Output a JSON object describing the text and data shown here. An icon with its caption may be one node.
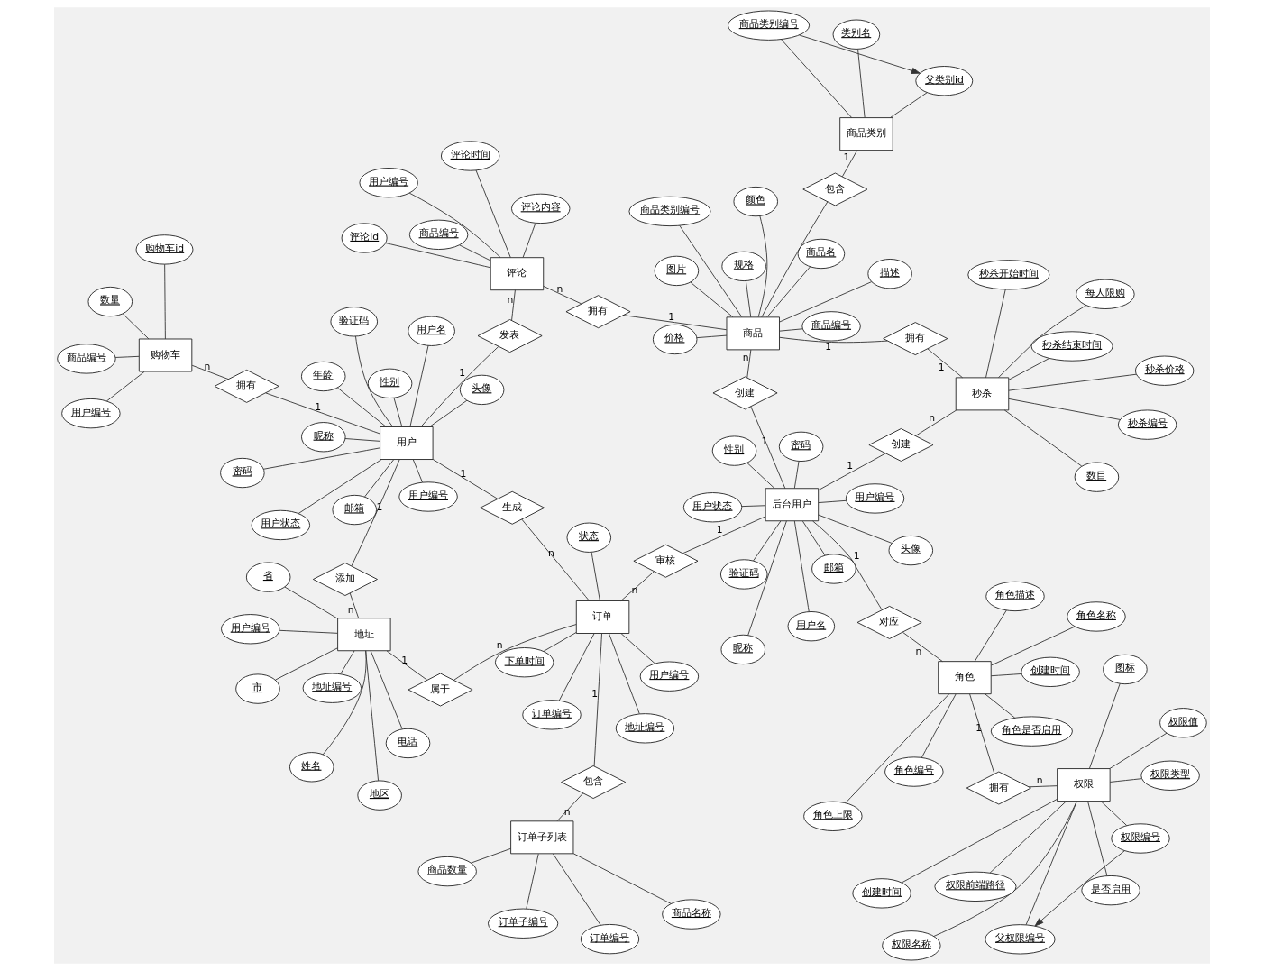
{
  "diagram": {
    "nodes": [
      {
        "text": [
          "权限"
        ]
      },
      {
        "text": [
          "图标"
        ]
      },
      {
        "text": [
          "是否启用"
        ]
      },
      {
        "text": [
          "创建时间"
        ]
      },
      {
        "text": [
          "权限编号"
        ]
      },
      {
        "text": [
          "权限名称"
        ]
      },
      {
        "text": [
          "父权限编号"
        ]
      },
      {
        "text": [
          "权限值"
        ]
      },
      {
        "text": [
          "权限前端路径"
        ]
      },
      {
        "text": [
          "权限类型"
        ]
      },
      {
        "text": [
          "拥有"
        ]
      },
      {
        "text": [
          "角色"
        ]
      },
      {
        "text": [
          "角色名称"
        ]
      },
      {
        "text": [
          "角色描述"
        ]
      },
      {
        "text": [
          "角色编号"
        ]
      },
      {
        "text": [
          "角色是否启用"
        ]
      },
      {
        "text": [
          "创建时间"
        ]
      },
      {
        "text": [
          "角色上限"
        ]
      },
      {
        "text": [
          "对应"
        ]
      },
      {
        "text": [
          "后台用户"
        ]
      },
      {
        "text": [
          "用户名"
        ]
      },
      {
        "text": [
          "验证码"
        ]
      },
      {
        "text": [
          "用户编号"
        ]
      },
      {
        "text": [
          "密码"
        ]
      },
      {
        "text": [
          "性别"
        ]
      },
      {
        "text": [
          "邮箱"
        ]
      },
      {
        "text": [
          "头像"
        ]
      },
      {
        "text": [
          "用户状态"
        ]
      },
      {
        "text": [
          "昵称"
        ]
      },
      {
        "text": [
          "创建"
        ]
      },
      {
        "text": [
          "秒杀"
        ]
      },
      {
        "text": [
          "秒杀编号"
        ]
      },
      {
        "text": [
          "秒杀结束时间"
        ]
      },
      {
        "text": [
          "秒杀开始时间"
        ]
      },
      {
        "text": [
          "秒杀价格"
        ]
      },
      {
        "text": [
          "数目"
        ]
      },
      {
        "text": [
          "每人限购"
        ]
      },
      {
        "text": [
          "拥有"
        ]
      },
      {
        "text": [
          "审核"
        ]
      },
      {
        "text": [
          "订单"
        ]
      },
      {
        "text": [
          "状态"
        ]
      },
      {
        "text": [
          "下单时间"
        ]
      },
      {
        "text": [
          "订单编号"
        ]
      },
      {
        "text": [
          "用户编号"
        ]
      },
      {
        "text": [
          "地址编号"
        ]
      },
      {
        "text": [
          "包含"
        ]
      },
      {
        "text": [
          "生成"
        ]
      },
      {
        "text": [
          "订单子编号"
        ]
      },
      {
        "text": [
          "订单子列表"
        ]
      },
      {
        "text": [
          "订单编号"
        ]
      },
      {
        "text": [
          "商品数量"
        ]
      },
      {
        "text": [
          "商品名称"
        ]
      },
      {
        "text": [
          "创建"
        ]
      },
      {
        "text": [
          "商品"
        ]
      },
      {
        "text": [
          "商品名"
        ]
      },
      {
        "text": [
          "商品编号"
        ]
      },
      {
        "text": [
          "价格"
        ]
      },
      {
        "text": [
          "商品类别编号"
        ]
      },
      {
        "text": [
          "描述"
        ]
      },
      {
        "text": [
          "图片"
        ]
      },
      {
        "text": [
          "规格"
        ]
      },
      {
        "text": [
          "颜色"
        ]
      },
      {
        "text": [
          "用户"
        ]
      },
      {
        "text": [
          "用户名"
        ]
      },
      {
        "text": [
          "用户编号"
        ]
      },
      {
        "text": [
          "密码"
        ]
      },
      {
        "text": [
          "性别"
        ]
      },
      {
        "text": [
          "头像"
        ]
      },
      {
        "text": [
          "邮箱"
        ]
      },
      {
        "text": [
          "昵称"
        ]
      },
      {
        "text": [
          "用户状态"
        ]
      },
      {
        "text": [
          "验证码"
        ]
      },
      {
        "text": [
          "年龄"
        ]
      },
      {
        "text": [
          "发表"
        ]
      },
      {
        "text": [
          "属于"
        ]
      },
      {
        "text": [
          "添加"
        ]
      },
      {
        "text": [
          "地址"
        ]
      },
      {
        "text": [
          "地址编号"
        ]
      },
      {
        "text": [
          "用户编号"
        ]
      },
      {
        "text": [
          "电话"
        ]
      },
      {
        "text": [
          "省"
        ]
      },
      {
        "text": [
          "市"
        ]
      },
      {
        "text": [
          "地区"
        ]
      },
      {
        "text": [
          "姓名"
        ]
      },
      {
        "text": [
          "拥有"
        ]
      },
      {
        "text": [
          "购物车"
        ]
      },
      {
        "text": [
          "购物车id"
        ]
      },
      {
        "text": [
          "商品编号"
        ]
      },
      {
        "text": [
          "数量"
        ]
      },
      {
        "text": [
          "用户编号"
        ]
      },
      {
        "text": [
          "评论"
        ]
      },
      {
        "text": [
          "评论id"
        ]
      },
      {
        "text": [
          "评论内容"
        ]
      },
      {
        "text": [
          "评论时间"
        ]
      },
      {
        "text": [
          "用户编号"
        ]
      },
      {
        "text": [
          "商品编号"
        ]
      },
      {
        "text": [
          "拥有"
        ]
      },
      {
        "text": [
          "包含"
        ]
      },
      {
        "text": [
          "商品类别"
        ]
      },
      {
        "text": [
          "父类别id"
        ]
      },
      {
        "text": [
          "类别名"
        ]
      },
      {
        "text": [
          "商品类别编号"
        ]
      }
    ],
    "edges": [
      {
        "from": 0,
        "to": 1,
        "arrow": "none"
      },
      {
        "from": 0,
        "to": 2,
        "arrow": "none"
      },
      {
        "from": 0,
        "to": 3,
        "arrow": "none"
      },
      {
        "from": 0,
        "to": 4,
        "arrow": "none"
      },
      {
        "from": 0,
        "to": 5,
        "arrow": "none"
      },
      {
        "from": 0,
        "to": 6,
        "arrow": "none"
      },
      {
        "from": 0,
        "to": 7,
        "arrow": "none"
      },
      {
        "from": 0,
        "to": 8,
        "arrow": "none"
      },
      {
        "from": 0,
        "to": 9,
        "arrow": "none"
      },
      {
        "from": 4,
        "to": 6,
        "arrow": "to"
      },
      {
        "from": 0,
        "to": 10,
        "arrow": "none",
        "label": "n"
      },
      {
        "from": 10,
        "to": 11,
        "arrow": "none",
        "label": "1"
      },
      {
        "from": 11,
        "to": 12,
        "arrow": "none"
      },
      {
        "from": 11,
        "to": 13,
        "arrow": "none"
      },
      {
        "from": 11,
        "to": 14,
        "arrow": "none"
      },
      {
        "from": 11,
        "to": 15,
        "arrow": "none"
      },
      {
        "from": 11,
        "to": 16,
        "arrow": "none"
      },
      {
        "from": 11,
        "to": 17,
        "arrow": "none"
      },
      {
        "from": 11,
        "to": 18,
        "arrow": "none",
        "label": "n"
      },
      {
        "from": 18,
        "to": 19,
        "arrow": "none",
        "label": "1"
      },
      {
        "from": 19,
        "to": 20,
        "arrow": "none"
      },
      {
        "from": 19,
        "to": 21,
        "arrow": "none"
      },
      {
        "from": 19,
        "to": 22,
        "arrow": "none"
      },
      {
        "from": 19,
        "to": 23,
        "arrow": "none"
      },
      {
        "from": 19,
        "to": 24,
        "arrow": "none"
      },
      {
        "from": 19,
        "to": 25,
        "arrow": "none"
      },
      {
        "from": 19,
        "to": 26,
        "arrow": "none"
      },
      {
        "from": 19,
        "to": 27,
        "arrow": "none"
      },
      {
        "from": 19,
        "to": 28,
        "arrow": "none"
      },
      {
        "from": 19,
        "to": 29,
        "arrow": "none",
        "label": "1"
      },
      {
        "from": 29,
        "to": 30,
        "arrow": "none",
        "label": "n"
      },
      {
        "from": 30,
        "to": 31,
        "arrow": "none"
      },
      {
        "from": 30,
        "to": 32,
        "arrow": "none"
      },
      {
        "from": 30,
        "to": 33,
        "arrow": "none"
      },
      {
        "from": 30,
        "to": 34,
        "arrow": "none"
      },
      {
        "from": 30,
        "to": 35,
        "arrow": "none"
      },
      {
        "from": 30,
        "to": 36,
        "arrow": "none"
      },
      {
        "from": 30,
        "to": 37,
        "arrow": "none",
        "label": "1"
      },
      {
        "from": 37,
        "to": 53,
        "arrow": "none",
        "label": "1"
      },
      {
        "from": 19,
        "to": 38,
        "arrow": "none",
        "label": "1"
      },
      {
        "from": 38,
        "to": 39,
        "arrow": "none",
        "label": "n"
      },
      {
        "from": 39,
        "to": 40,
        "arrow": "none"
      },
      {
        "from": 39,
        "to": 41,
        "arrow": "none"
      },
      {
        "from": 39,
        "to": 42,
        "arrow": "none"
      },
      {
        "from": 39,
        "to": 43,
        "arrow": "none"
      },
      {
        "from": 39,
        "to": 44,
        "arrow": "none"
      },
      {
        "from": 39,
        "to": 45,
        "arrow": "none",
        "label": "1"
      },
      {
        "from": 45,
        "to": 48,
        "arrow": "none",
        "label": "n"
      },
      {
        "from": 39,
        "to": 46,
        "arrow": "none",
        "label": "n"
      },
      {
        "from": 46,
        "to": 62,
        "arrow": "none",
        "label": "1"
      },
      {
        "from": 48,
        "to": 47,
        "arrow": "none"
      },
      {
        "from": 48,
        "to": 49,
        "arrow": "none"
      },
      {
        "from": 48,
        "to": 50,
        "arrow": "none"
      },
      {
        "from": 48,
        "to": 51,
        "arrow": "none"
      },
      {
        "from": 19,
        "to": 52,
        "arrow": "none",
        "label": "1"
      },
      {
        "from": 52,
        "to": 53,
        "arrow": "none",
        "label": "n"
      },
      {
        "from": 53,
        "to": 54,
        "arrow": "none"
      },
      {
        "from": 53,
        "to": 55,
        "arrow": "none"
      },
      {
        "from": 53,
        "to": 56,
        "arrow": "none"
      },
      {
        "from": 53,
        "to": 57,
        "arrow": "none"
      },
      {
        "from": 53,
        "to": 58,
        "arrow": "none"
      },
      {
        "from": 53,
        "to": 59,
        "arrow": "none"
      },
      {
        "from": 53,
        "to": 60,
        "arrow": "none"
      },
      {
        "from": 53,
        "to": 61,
        "arrow": "none"
      },
      {
        "from": 62,
        "to": 63,
        "arrow": "none"
      },
      {
        "from": 62,
        "to": 64,
        "arrow": "none"
      },
      {
        "from": 62,
        "to": 65,
        "arrow": "none"
      },
      {
        "from": 62,
        "to": 66,
        "arrow": "none"
      },
      {
        "from": 62,
        "to": 67,
        "arrow": "none"
      },
      {
        "from": 62,
        "to": 68,
        "arrow": "none"
      },
      {
        "from": 62,
        "to": 69,
        "arrow": "none"
      },
      {
        "from": 62,
        "to": 70,
        "arrow": "none"
      },
      {
        "from": 62,
        "to": 71,
        "arrow": "none"
      },
      {
        "from": 62,
        "to": 72,
        "arrow": "none"
      },
      {
        "from": 62,
        "to": 73,
        "arrow": "none",
        "label": "1"
      },
      {
        "from": 73,
        "to": 90,
        "arrow": "none",
        "label": "n"
      },
      {
        "from": 39,
        "to": 74,
        "arrow": "none",
        "label": "n"
      },
      {
        "from": 74,
        "to": 76,
        "arrow": "none",
        "label": "1"
      },
      {
        "from": 62,
        "to": 75,
        "arrow": "none",
        "label": "1"
      },
      {
        "from": 75,
        "to": 76,
        "arrow": "none",
        "label": "n"
      },
      {
        "from": 76,
        "to": 77,
        "arrow": "none"
      },
      {
        "from": 76,
        "to": 78,
        "arrow": "none"
      },
      {
        "from": 76,
        "to": 79,
        "arrow": "none"
      },
      {
        "from": 76,
        "to": 80,
        "arrow": "none"
      },
      {
        "from": 76,
        "to": 81,
        "arrow": "none"
      },
      {
        "from": 76,
        "to": 82,
        "arrow": "none"
      },
      {
        "from": 76,
        "to": 83,
        "arrow": "none"
      },
      {
        "from": 62,
        "to": 84,
        "arrow": "none",
        "label": "1"
      },
      {
        "from": 84,
        "to": 85,
        "arrow": "none",
        "label": "n"
      },
      {
        "from": 85,
        "to": 86,
        "arrow": "none"
      },
      {
        "from": 85,
        "to": 87,
        "arrow": "none"
      },
      {
        "from": 85,
        "to": 88,
        "arrow": "none"
      },
      {
        "from": 85,
        "to": 89,
        "arrow": "none"
      },
      {
        "from": 90,
        "to": 91,
        "arrow": "none"
      },
      {
        "from": 90,
        "to": 92,
        "arrow": "none"
      },
      {
        "from": 90,
        "to": 93,
        "arrow": "none"
      },
      {
        "from": 90,
        "to": 94,
        "arrow": "none"
      },
      {
        "from": 90,
        "to": 95,
        "arrow": "none"
      },
      {
        "from": 53,
        "to": 96,
        "arrow": "none",
        "label": "1"
      },
      {
        "from": 96,
        "to": 90,
        "arrow": "none",
        "label": "n"
      },
      {
        "from": 53,
        "to": 97,
        "arrow": "none"
      },
      {
        "from": 97,
        "to": 98,
        "arrow": "none",
        "label": "1"
      },
      {
        "from": 98,
        "to": 99,
        "arrow": "none"
      },
      {
        "from": 98,
        "to": 100,
        "arrow": "none"
      },
      {
        "from": 98,
        "to": 101,
        "arrow": "none"
      },
      {
        "from": 101,
        "to": 99,
        "arrow": "to"
      }
    ]
  }
}
